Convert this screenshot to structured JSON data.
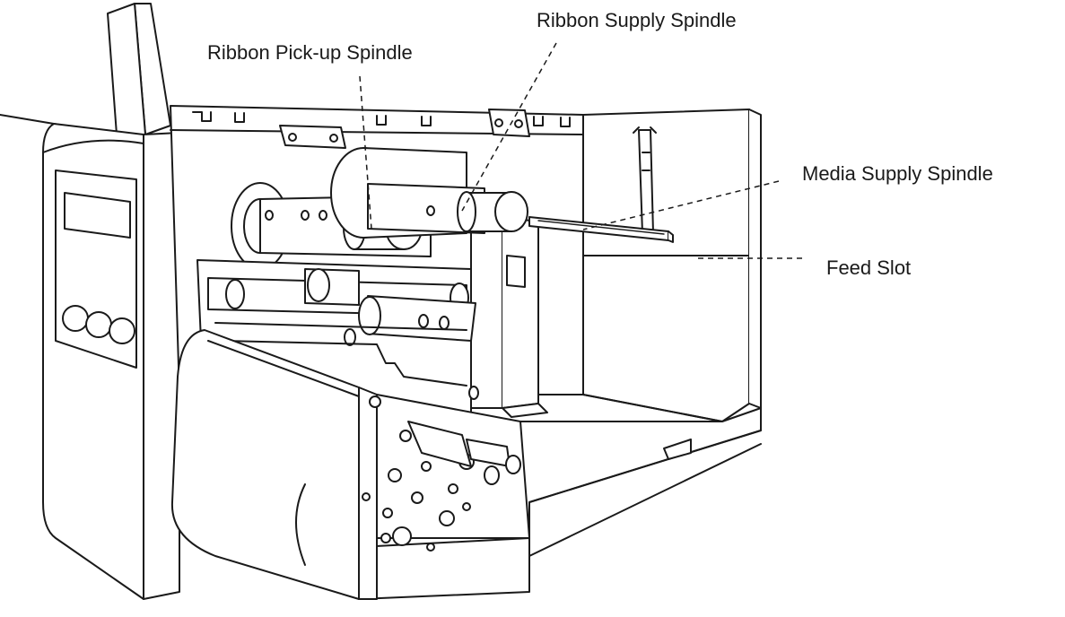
{
  "callouts": {
    "ribbon_pickup_spindle": "Ribbon Pick-up Spindle",
    "ribbon_supply_spindle": "Ribbon Supply Spindle",
    "media_supply_spindle": "Media Supply Spindle",
    "feed_slot": "Feed Slot"
  },
  "colors": {
    "line": "#1a1a1a",
    "background": "#ffffff"
  }
}
